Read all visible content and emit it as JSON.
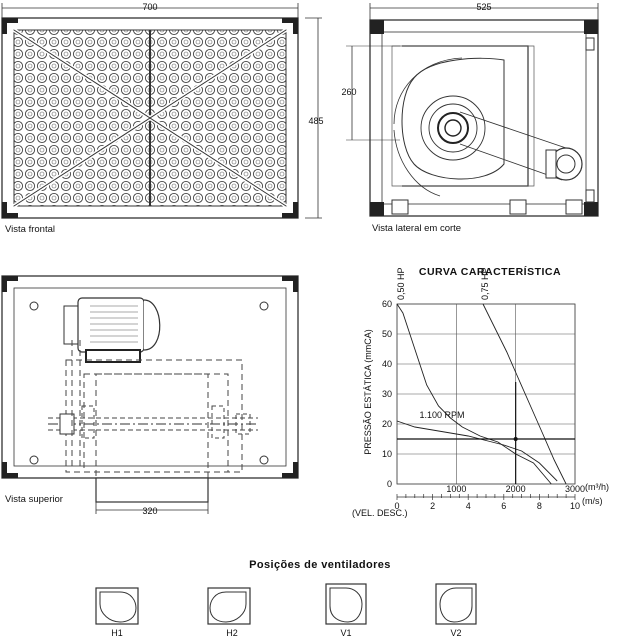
{
  "front_view": {
    "dim_width": "700",
    "dim_height": "485",
    "caption": "Vista frontal"
  },
  "side_view": {
    "dim_width": "525",
    "dim_height": "260",
    "caption": "Vista lateral em corte"
  },
  "top_view": {
    "dim_width": "320",
    "caption": "Vista superior"
  },
  "chart_data": {
    "type": "line",
    "title": "CURVA CARACTERÍSTICA",
    "ylabel": "PRESSÃO ESTÁTICA (mmCA)",
    "xlabel": "",
    "x_unit": "(m³/h)",
    "x2_unit": "(m/s)",
    "x2_label": "(VEL. DESC.)",
    "xlim": [
      0,
      3000
    ],
    "ylim": [
      0,
      60
    ],
    "x_ticks": [
      0,
      1000,
      2000,
      3000
    ],
    "y_ticks": [
      0,
      10,
      20,
      30,
      40,
      50,
      60
    ],
    "x2_ticks": [
      0,
      2,
      4,
      6,
      8,
      10
    ],
    "grid": true,
    "annotations": [
      "1.100 RPM"
    ],
    "series": [
      {
        "name": "0,50 HP",
        "x": [
          0,
          100,
          300,
          500,
          700,
          900,
          1100,
          1400,
          1700,
          2000,
          2300,
          2600
        ],
        "y": [
          60,
          57,
          45,
          33,
          26,
          22,
          19,
          16,
          14,
          10,
          7,
          0
        ]
      },
      {
        "name": "0,75 HP",
        "x": [
          1450,
          1650,
          1850,
          2050,
          2250,
          2450,
          2650,
          2850
        ],
        "y": [
          60,
          52,
          44,
          35,
          26,
          17,
          8,
          0
        ]
      },
      {
        "name": "1.100 RPM",
        "x": [
          0,
          300,
          600,
          900,
          1200,
          1500,
          1800,
          2100,
          2400,
          2700
        ],
        "y": [
          21,
          19,
          18,
          17,
          16,
          14.5,
          13,
          11,
          7,
          1
        ]
      }
    ],
    "operating_point": {
      "x": 2000,
      "y": 15
    }
  },
  "positions": {
    "title": "Posições de ventiladores",
    "items": [
      "H1",
      "H2",
      "V1",
      "V2"
    ]
  }
}
